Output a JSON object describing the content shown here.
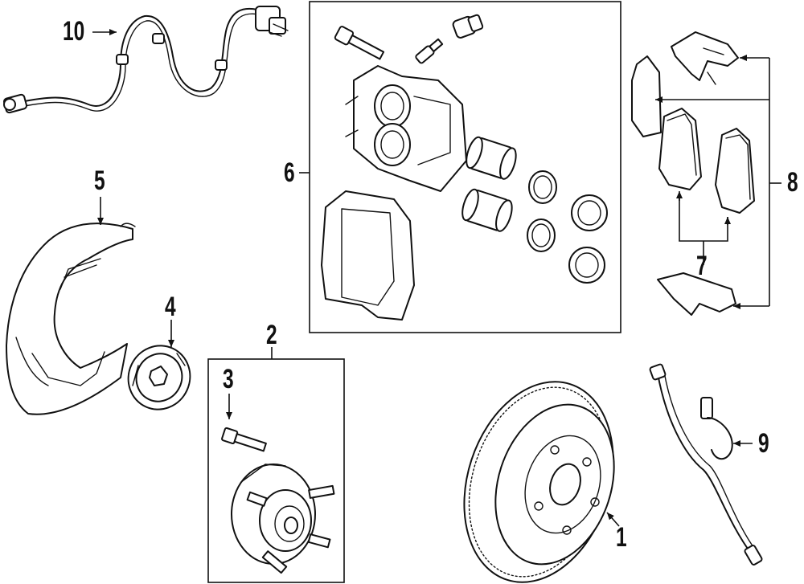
{
  "callouts": {
    "c1": "1",
    "c2": "2",
    "c3": "3",
    "c4": "4",
    "c5": "5",
    "c6": "6",
    "c7": "7",
    "c8": "8",
    "c9": "9",
    "c10": "10"
  },
  "parts": {
    "p1": "brake-rotor",
    "p2": "hub-assembly",
    "p3": "wheel-stud",
    "p4": "abs-tone-ring",
    "p5": "splash-shield",
    "p6": "caliper-assembly",
    "p7": "brake-pads",
    "p8": "pad-hardware-kit",
    "p9": "brake-hose",
    "p10": "abs-sensor-harness"
  },
  "colors": {
    "line": "#111111",
    "background": "#ffffff"
  }
}
